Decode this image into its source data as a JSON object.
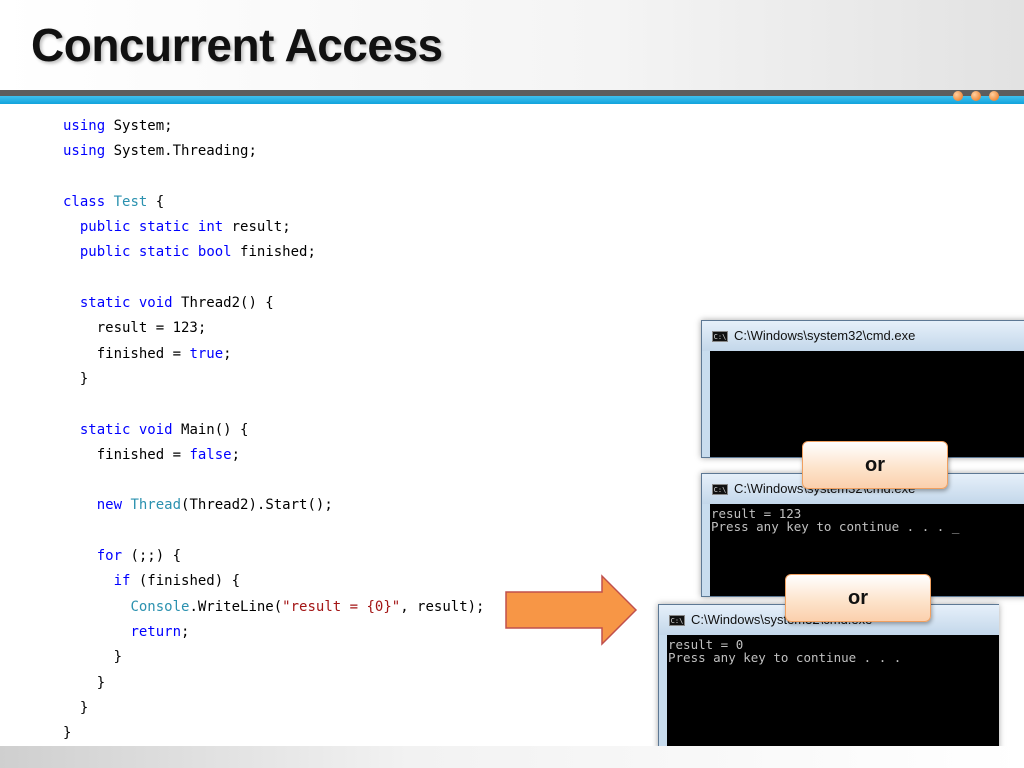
{
  "slide": {
    "title": "Concurrent Access"
  },
  "code": {
    "lines": [
      [
        {
          "t": "using",
          "c": "kw"
        },
        {
          "t": " System;"
        }
      ],
      [
        {
          "t": "using",
          "c": "kw"
        },
        {
          "t": " System.Threading;"
        }
      ],
      [],
      [
        {
          "t": "class",
          "c": "kw"
        },
        {
          "t": " "
        },
        {
          "t": "Test",
          "c": "ty"
        },
        {
          "t": " {"
        }
      ],
      [
        {
          "t": "  "
        },
        {
          "t": "public",
          "c": "kw"
        },
        {
          "t": " "
        },
        {
          "t": "static",
          "c": "kw"
        },
        {
          "t": " "
        },
        {
          "t": "int",
          "c": "kw"
        },
        {
          "t": " result;"
        }
      ],
      [
        {
          "t": "  "
        },
        {
          "t": "public",
          "c": "kw"
        },
        {
          "t": " "
        },
        {
          "t": "static",
          "c": "kw"
        },
        {
          "t": " "
        },
        {
          "t": "bool",
          "c": "kw"
        },
        {
          "t": " finished;"
        }
      ],
      [],
      [
        {
          "t": "  "
        },
        {
          "t": "static",
          "c": "kw"
        },
        {
          "t": " "
        },
        {
          "t": "void",
          "c": "kw"
        },
        {
          "t": " Thread2() {"
        }
      ],
      [
        {
          "t": "    result = 123;"
        }
      ],
      [
        {
          "t": "    finished = "
        },
        {
          "t": "true",
          "c": "kw"
        },
        {
          "t": ";"
        }
      ],
      [
        {
          "t": "  }"
        }
      ],
      [],
      [
        {
          "t": "  "
        },
        {
          "t": "static",
          "c": "kw"
        },
        {
          "t": " "
        },
        {
          "t": "void",
          "c": "kw"
        },
        {
          "t": " Main() {"
        }
      ],
      [
        {
          "t": "    finished = "
        },
        {
          "t": "false",
          "c": "kw"
        },
        {
          "t": ";"
        }
      ],
      [],
      [
        {
          "t": "    "
        },
        {
          "t": "new",
          "c": "kw"
        },
        {
          "t": " "
        },
        {
          "t": "Thread",
          "c": "ty"
        },
        {
          "t": "(Thread2).Start();"
        }
      ],
      [],
      [
        {
          "t": "    "
        },
        {
          "t": "for",
          "c": "kw"
        },
        {
          "t": " (;;) {"
        }
      ],
      [
        {
          "t": "      "
        },
        {
          "t": "if",
          "c": "kw"
        },
        {
          "t": " (finished) {"
        }
      ],
      [
        {
          "t": "        "
        },
        {
          "t": "Console",
          "c": "ty"
        },
        {
          "t": ".WriteLine("
        },
        {
          "t": "\"result = {0}\"",
          "c": "st"
        },
        {
          "t": ", result);"
        }
      ],
      [
        {
          "t": "        "
        },
        {
          "t": "return",
          "c": "kw"
        },
        {
          "t": ";"
        }
      ],
      [
        {
          "t": "      }"
        }
      ],
      [
        {
          "t": "    }"
        }
      ],
      [
        {
          "t": "  }"
        }
      ],
      [
        {
          "t": "}"
        }
      ]
    ]
  },
  "windows": [
    {
      "title": "C:\\Windows\\system32\\cmd.exe",
      "icon_text": "C:\\",
      "output": ""
    },
    {
      "title": "C:\\Windows\\system32\\cmd.exe",
      "icon_text": "C:\\",
      "output": "result = 123\nPress any key to continue . . . ",
      "cursor": "_"
    },
    {
      "title": "C:\\Windows\\system32\\cmd.exe",
      "icon_text": "C:\\",
      "output": "result = 0\nPress any key to continue . . ."
    }
  ],
  "callouts": {
    "first": "or",
    "second": "or"
  },
  "icons": {
    "arrow": "right-arrow-icon",
    "cmd": "cmd-icon"
  },
  "colors": {
    "keyword": "#0000ff",
    "type": "#2b91af",
    "string": "#a31515",
    "accent_blue": "#12a3dc",
    "arrow_fill": "#f79646",
    "arrow_stroke": "#c0504d"
  }
}
